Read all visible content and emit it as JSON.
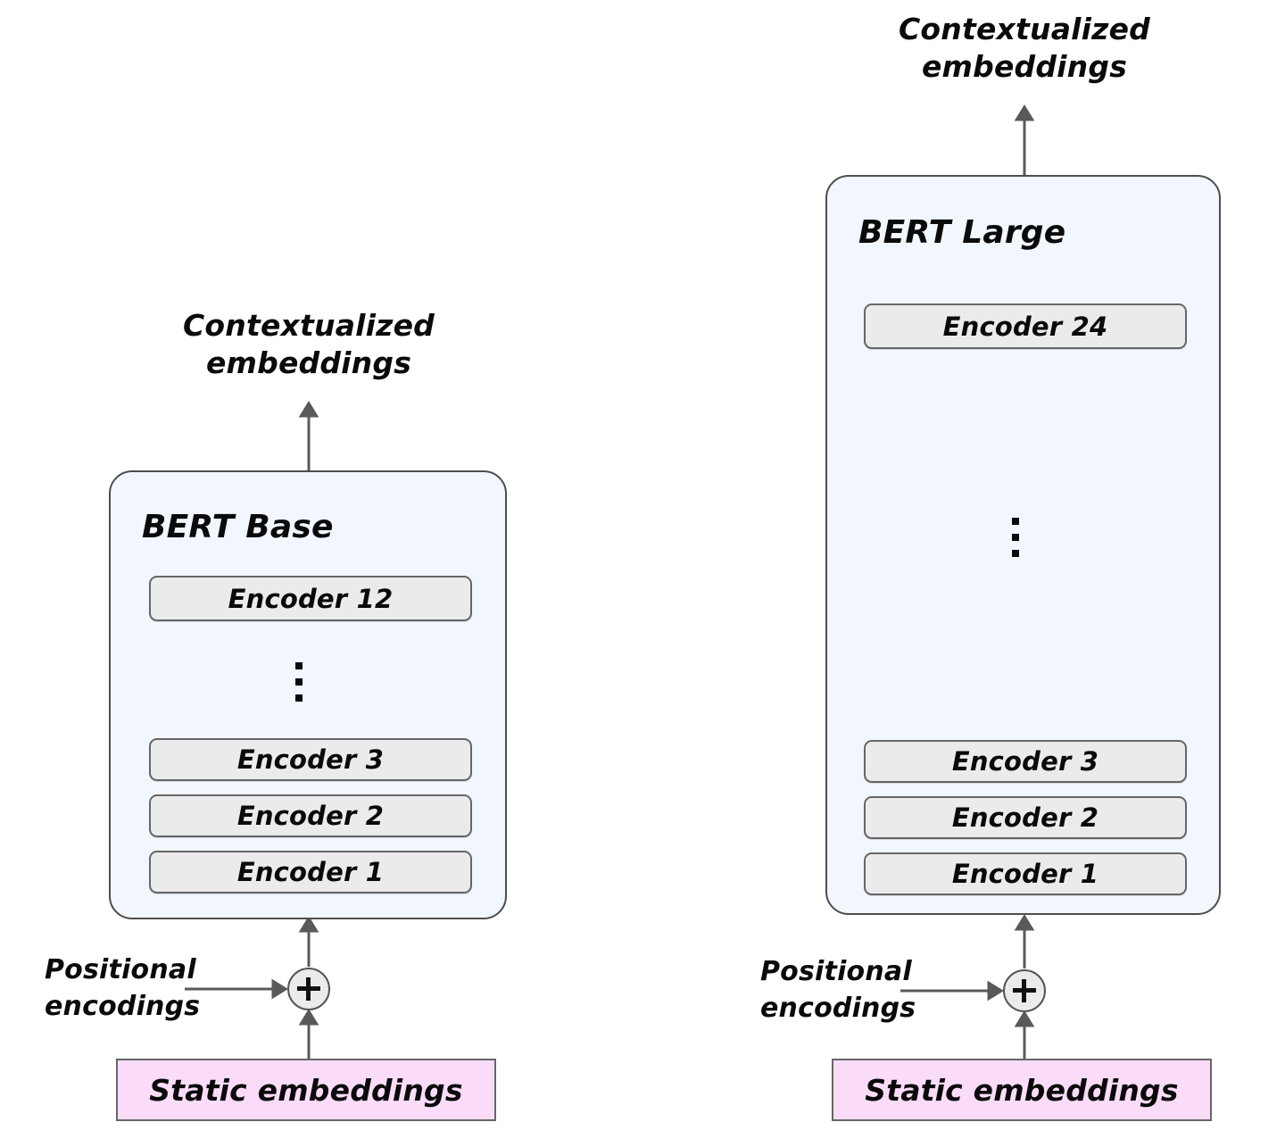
{
  "diagram": {
    "title": "BERT Base vs BERT Large architecture comparison",
    "colors": {
      "panel_fill": "#f2f6fe",
      "panel_stroke": "#4d4d4d",
      "encoder_fill": "#ebebeb",
      "encoder_stroke": "#666666",
      "static_embedding_fill": "#fadcf9",
      "static_embedding_stroke": "#666666",
      "arrow": "#595959",
      "text": "#0a0a0a",
      "background": "#ffffff"
    }
  },
  "left": {
    "output_caption": "Contextualized\nembeddings",
    "model_title": "BERT Base",
    "encoders_top": [
      "Encoder 12"
    ],
    "ellipsis": "vertical-ellipsis",
    "encoders_bottom": [
      "Encoder 3",
      "Encoder 2",
      "Encoder 1"
    ],
    "positional_caption": "Positional\nencodings",
    "plus_symbol": "+",
    "static_embeddings": "Static embeddings"
  },
  "right": {
    "output_caption": "Contextualized\nembeddings",
    "model_title": "BERT Large",
    "encoders_top": [
      "Encoder 24"
    ],
    "ellipsis": "vertical-ellipsis",
    "encoders_bottom": [
      "Encoder 3",
      "Encoder 2",
      "Encoder 1"
    ],
    "positional_caption": "Positional\nencodings",
    "plus_symbol": "+",
    "static_embeddings": "Static embeddings"
  }
}
